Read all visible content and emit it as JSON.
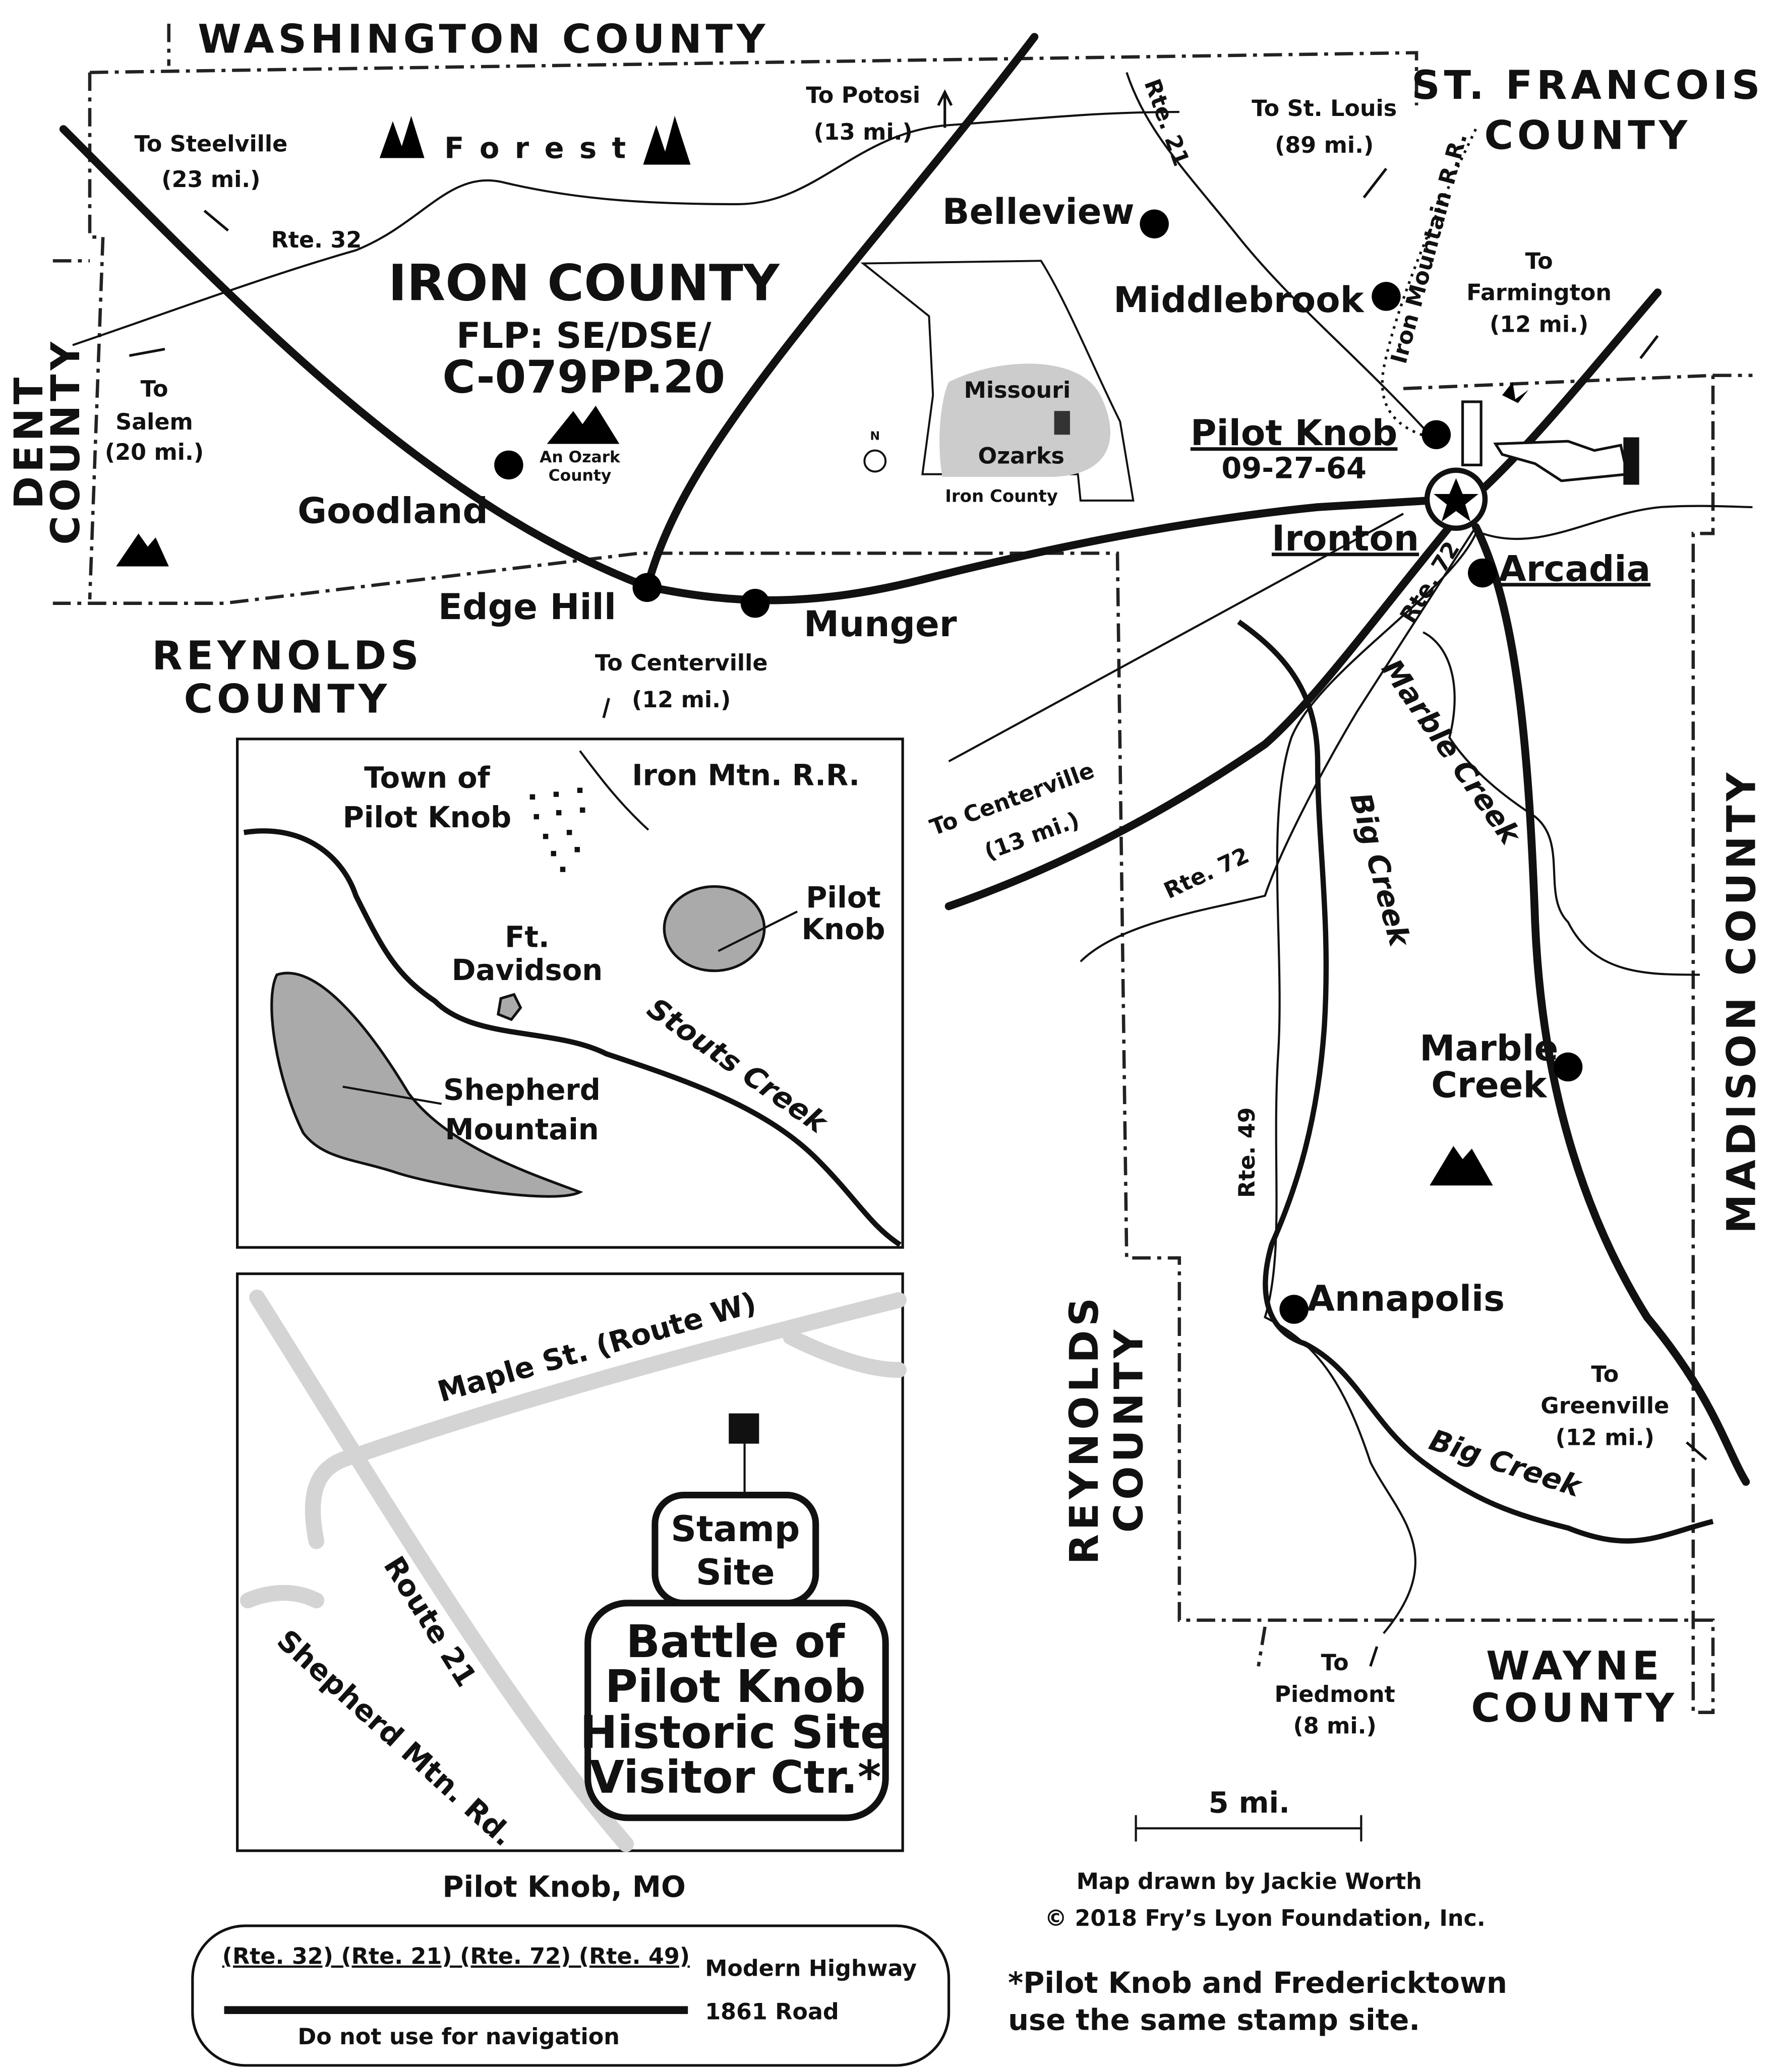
{
  "counties": {
    "washington": "WASHINGTON COUNTY",
    "st_francois_1": "ST. FRANCOIS",
    "st_francois_2": "COUNTY",
    "dent_1": "DENT",
    "dent_2": "COUNTY",
    "reynolds_top_1": "REYNOLDS",
    "reynolds_top_2": "COUNTY",
    "reynolds_side_1": "REYNOLDS",
    "reynolds_side_2": "COUNTY",
    "madison": "MADISON COUNTY",
    "wayne_1": "WAYNE",
    "wayne_2": "COUNTY"
  },
  "title": {
    "county": "IRON COUNTY",
    "code_1": "FLP: SE/DSE/",
    "code_2": "C-079PP.20",
    "ozark_1": "An Ozark",
    "ozark_2": "County"
  },
  "forest": "F o r e s t",
  "directions": {
    "potosi_1": "To Potosi",
    "potosi_2": "(13 mi.)",
    "steelville_1": "To Steelville",
    "steelville_2": "(23 mi.)",
    "stlouis_1": "To St. Louis",
    "stlouis_2": "(89 mi.)",
    "farmington_1": "To",
    "farmington_2": "Farmington",
    "farmington_3": "(12 mi.)",
    "salem_1": "To",
    "salem_2": "Salem",
    "salem_3": "(20 mi.)",
    "centerville12_1": "To Centerville",
    "centerville12_2": "(12 mi.)",
    "centerville13_1": "To Centerville",
    "centerville13_2": "(13 mi.)",
    "greenville_1": "To",
    "greenville_2": "Greenville",
    "greenville_3": "(12 mi.)",
    "piedmont_1": "To",
    "piedmont_2": "Piedmont",
    "piedmont_3": "(8 mi.)"
  },
  "routes": {
    "rte21": "Rte. 21",
    "rte32": "Rte. 32",
    "rte72a": "Rte. 72",
    "rte72b": "Rte. 72",
    "rte49": "Rte. 49",
    "railroad": "Iron Mountain R.R."
  },
  "towns": {
    "belleview": "Belleview",
    "middlebrook": "Middlebrook",
    "pilot_knob": "Pilot Knob",
    "pilot_knob_date": "09-27-64",
    "ironton": "Ironton",
    "arcadia": "Arcadia",
    "goodland": "Goodland",
    "edge_hill": "Edge Hill",
    "munger": "Munger",
    "marble_creek_1": "Marble",
    "marble_creek_2": "Creek",
    "annapolis": "Annapolis"
  },
  "creeks": {
    "marble": "Marble Creek",
    "big_1": "Big Creek",
    "big_2": "Big Creek"
  },
  "missouri_inset": {
    "missouri": "Missouri",
    "ozarks": "Ozarks",
    "iron_county": "Iron County",
    "north": "N"
  },
  "inset1": {
    "town_1": "Town of",
    "town_2": "Pilot Knob",
    "railroad": "Iron Mtn. R.R.",
    "knob_1": "Pilot",
    "knob_2": "Knob",
    "fort_1": "Ft.",
    "fort_2": "Davidson",
    "creek": "Stouts Creek",
    "mountain_1": "Shepherd",
    "mountain_2": "Mountain"
  },
  "inset2": {
    "maple": "Maple St. (Route W)",
    "route21": "Route 21",
    "shepherd_rd": "Shepherd Mtn. Rd.",
    "stamp_1": "Stamp",
    "stamp_2": "Site",
    "visitor_1": "Battle of",
    "visitor_2": "Pilot Knob",
    "visitor_3": "Historic Site",
    "visitor_4": "Visitor Ctr.*",
    "caption": "Pilot Knob, MO"
  },
  "scale": "5 mi.",
  "credit_1": "Map drawn by Jackie Worth",
  "credit_2": "© 2018 Fry’s Lyon Foundation, Inc.",
  "legend": {
    "modern_routes": "(Rte. 32) (Rte. 21) (Rte. 72) (Rte. 49)",
    "modern_label": "Modern Highway",
    "old_label": "1861 Road",
    "warning": "Do not use for navigation"
  },
  "footnote_1": "*Pilot Knob and Fredericktown",
  "footnote_2": "use the same stamp site."
}
